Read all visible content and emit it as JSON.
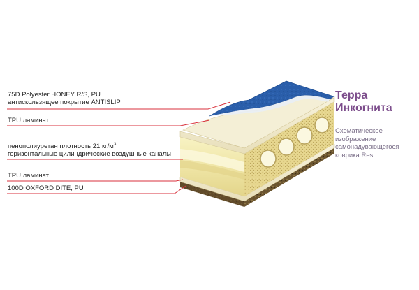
{
  "brand": {
    "line1": "Терра",
    "line2": "Инкогнита",
    "color": "#7d4e8c"
  },
  "description": {
    "line1": "Схематическое",
    "line2": "изображение",
    "line3": "самонадувающегося",
    "line4": "коврика Rest"
  },
  "layers": {
    "top_fabric": {
      "line1": "75D Polyester HONEY R/S, PU",
      "line2": "антискользящее покрытие ANTISLIP"
    },
    "tpu_top": {
      "label": "TPU ламинат"
    },
    "foam": {
      "line1_prefix": "пенополиуретан плотность 21 кг/м",
      "line1_sup": "3",
      "line2": "горизонтальные цилиндрические воздушные каналы"
    },
    "tpu_bottom": {
      "label": "TPU ламинат"
    },
    "bottom_fabric": {
      "label": "100D OXFORD DITE, PU"
    }
  },
  "colors": {
    "leader_line": "#d9323c",
    "top_fabric": "#2a5eaa",
    "tpu_laminate": "#f2ecd0",
    "foam": "#f3edb4",
    "bottom_fabric": "#6b5530"
  }
}
